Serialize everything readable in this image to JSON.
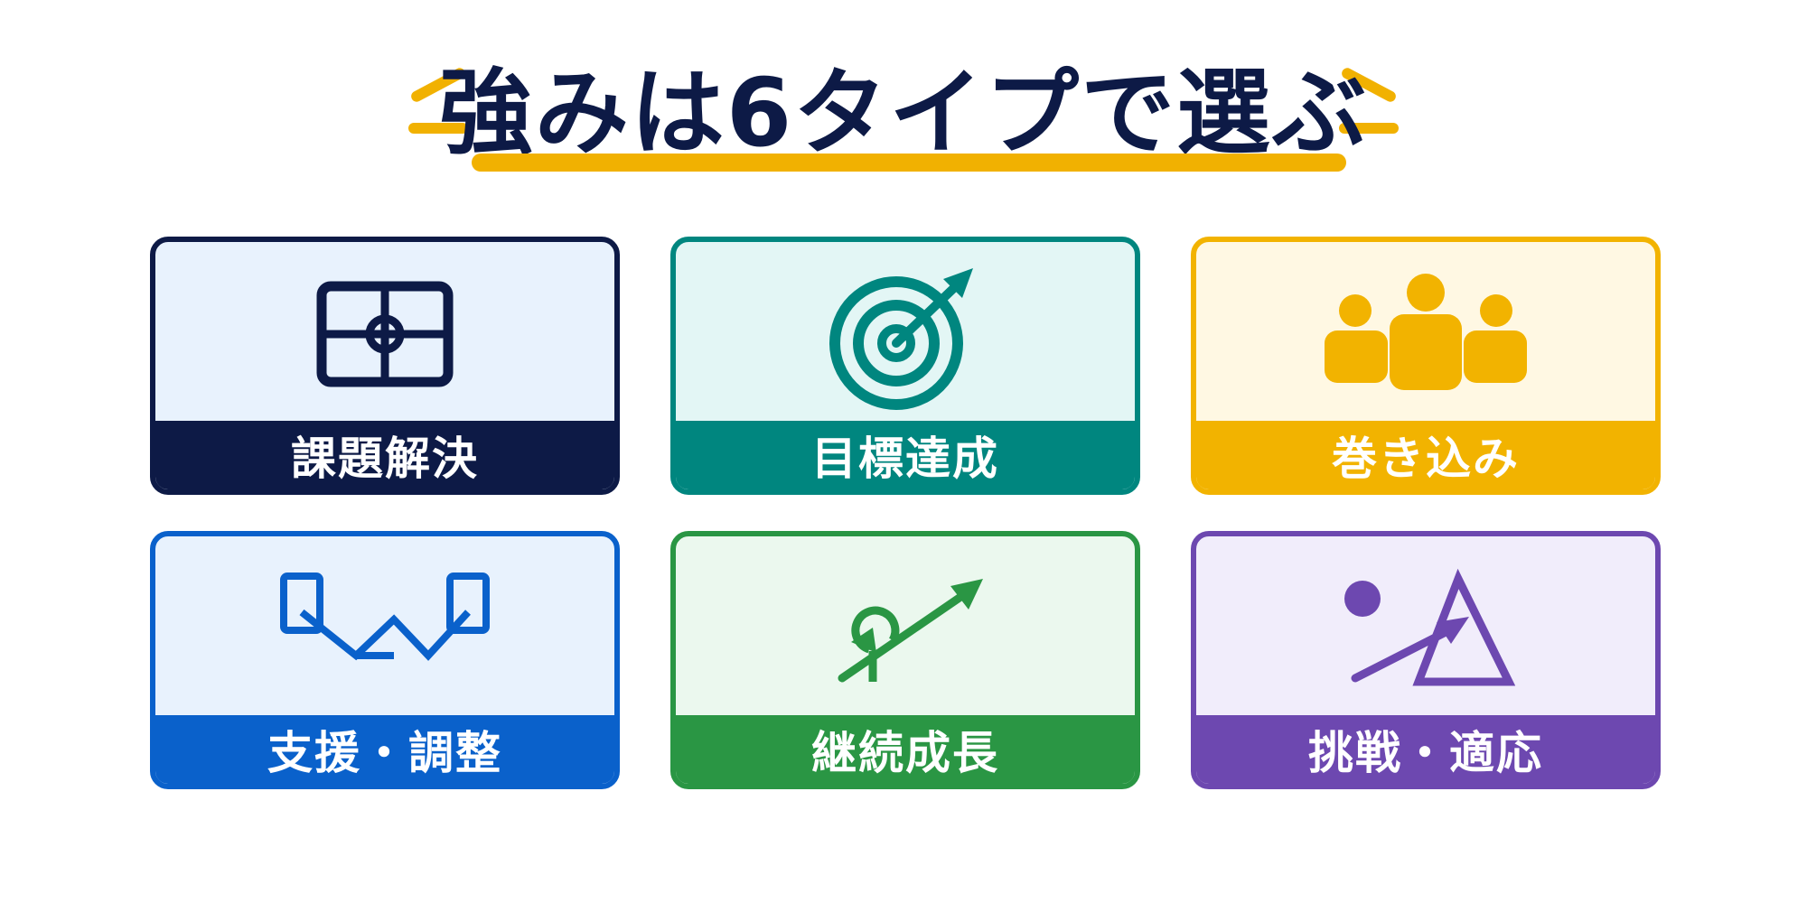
{
  "title": "強みは6タイプで選ぶ",
  "colors": {
    "title": "#0d1a46",
    "accent": "#f1b101"
  },
  "cards": [
    {
      "label": "課題解決",
      "icon": "grid-crosshair-icon",
      "border": "#0d1a46",
      "band": "#0d1a46",
      "bg": "#e8f2fd"
    },
    {
      "label": "目標達成",
      "icon": "target-arrow-icon",
      "border": "#00867f",
      "band": "#00867f",
      "bg": "#e3f6f5"
    },
    {
      "label": "巻き込み",
      "icon": "people-group-icon",
      "border": "#f2b300",
      "band": "#f2b300",
      "bg": "#fff8e3"
    },
    {
      "label": "支援・調整",
      "icon": "zigzag-connect-icon",
      "border": "#0a61cb",
      "band": "#0a61cb",
      "bg": "#e8f2fd"
    },
    {
      "label": "継続成長",
      "icon": "growth-arrow-icon",
      "border": "#2a9644",
      "band": "#2a9644",
      "bg": "#ebf8ee"
    },
    {
      "label": "挑戦・適応",
      "icon": "challenge-triangle-icon",
      "border": "#6d48b0",
      "band": "#6d48b0",
      "bg": "#f1edfb"
    }
  ]
}
